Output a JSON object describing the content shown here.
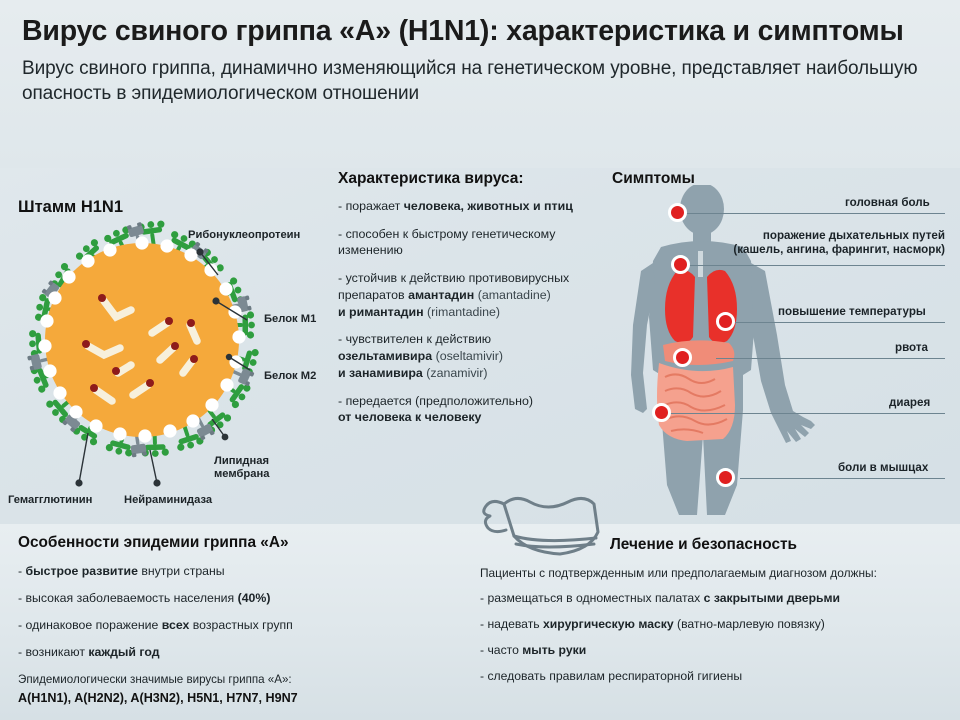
{
  "header": {
    "title": "Вирус свиного гриппа «А» (H1N1): характеристика и симптомы",
    "subtitle": "Вирус свиного гриппа, динамично изменяющийся на генетическом уровне, представляет наибольшую опасность в эпидемиологическом отношении"
  },
  "virus": {
    "heading": "Штамм H1N1",
    "labels": {
      "rnp": "Рибонуклеопротеин",
      "m1": "Белок М1",
      "m2": "Белок М2",
      "lipid": "Липидная мембрана",
      "hemagglutinin": "Гемагглютинин",
      "neuraminidase": "Нейраминидаза"
    },
    "colors": {
      "core": "#f5a93b",
      "membrane_bead": "#ffffff",
      "spike_green": "#2f9e3f",
      "spike_gray": "#7c8a93",
      "rna": "#f7f0dc",
      "rna_end": "#8e1b1b"
    }
  },
  "characteristics": {
    "heading": "Характеристика вируса:",
    "items": [
      {
        "prefix": "- поражает ",
        "bold1": "человека, животных и птиц",
        "mid": "",
        "latin1": "",
        "bold2": "",
        "latin2": "",
        "suffix": ""
      },
      {
        "prefix": "- способен к быстрому генетическому изменению",
        "bold1": "",
        "mid": "",
        "latin1": "",
        "bold2": "",
        "latin2": "",
        "suffix": ""
      },
      {
        "prefix": "- устойчив к действию противовирусных препаратов ",
        "bold1": "амантадин",
        "mid": " ",
        "latin1": "(amantadine)",
        "bold2": "и римантадин",
        "latin2": "(rimantadine)",
        "suffix": ""
      },
      {
        "prefix": "- чувствителен к действию ",
        "bold1": "озельтамивира",
        "mid": " ",
        "latin1": "(oseltamivir)",
        "bold2": "и занамивира",
        "latin2": "(zanamivir)",
        "suffix": ""
      },
      {
        "prefix": "- передается (предположительно) ",
        "bold1": "от человека к человеку",
        "mid": "",
        "latin1": "",
        "bold2": "",
        "latin2": "",
        "suffix": ""
      }
    ]
  },
  "symptoms": {
    "heading": "Симптомы",
    "items": [
      {
        "label": "головная боль",
        "dot_color": "#e02020"
      },
      {
        "label": "поражение дыхательных путей",
        "label2": "(кашель, ангина, фарингит, насморк)",
        "dot_color": "#e02020"
      },
      {
        "label": "повышение температуры",
        "dot_color": "#e02020"
      },
      {
        "label": "рвота",
        "dot_color": "#e02020"
      },
      {
        "label": "диарея",
        "dot_color": "#e02020"
      },
      {
        "label": "боли в мышцах",
        "dot_color": "#e02020"
      }
    ],
    "figure_colors": {
      "body": "#8fa2ad",
      "lungs": "#e8302a",
      "intestines": "#f3907e"
    }
  },
  "epidemic": {
    "title": "Особенности эпидемии гриппа «А»",
    "items": [
      {
        "dash": "- ",
        "bold": "быстрое развитие",
        "rest": " внутри страны"
      },
      {
        "dash": "- ",
        "bold": "",
        "rest": "высокая заболеваемость населения ",
        "bold_tail": "(40%)"
      },
      {
        "dash": "- ",
        "bold": "",
        "rest": "одинаковое поражение ",
        "bold_mid": "всех",
        "rest2": " возрастных групп"
      },
      {
        "dash": "- ",
        "bold": "",
        "rest": "возникают ",
        "bold_tail": "каждый год"
      }
    ],
    "note": "Эпидемиологически значимые вирусы гриппа «А»:",
    "strains": "A(H1N1), A(H2N2), A(H3N2), H5N1, H7N7, H9N7"
  },
  "treatment": {
    "title": "Лечение и безопасность",
    "intro": "Пациенты с подтвержденным или предполагаемым диагнозом должны:",
    "items": [
      {
        "rest": "- размещаться в одноместных палатах ",
        "bold": "с закрытыми дверьми",
        "tail": ""
      },
      {
        "rest": "- надевать ",
        "bold": "хирургическую маску",
        "tail": " (ватно-марлевую повязку)"
      },
      {
        "rest": "- часто ",
        "bold": "мыть руки",
        "tail": ""
      },
      {
        "rest": "- следовать правилам респираторной гигиены",
        "bold": "",
        "tail": ""
      }
    ],
    "icon": "surgical-mask-icon"
  }
}
